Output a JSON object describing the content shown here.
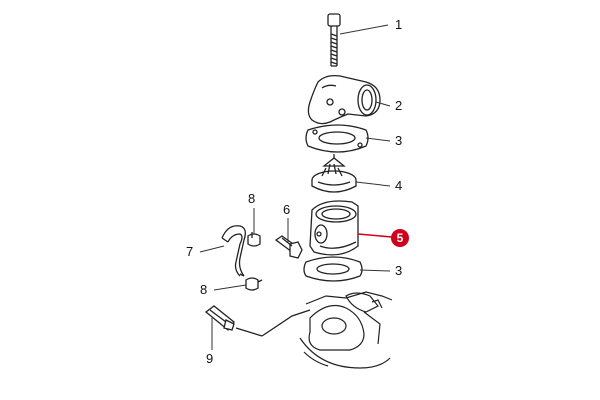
{
  "diagram": {
    "callouts": [
      {
        "id": "c1",
        "label": "1"
      },
      {
        "id": "c2",
        "label": "2"
      },
      {
        "id": "c3a",
        "label": "3"
      },
      {
        "id": "c4",
        "label": "4"
      },
      {
        "id": "c5",
        "label": "5",
        "highlight": true
      },
      {
        "id": "c3b",
        "label": "3"
      },
      {
        "id": "c6",
        "label": "6"
      },
      {
        "id": "c7",
        "label": "7"
      },
      {
        "id": "c8a",
        "label": "8"
      },
      {
        "id": "c8b",
        "label": "8"
      },
      {
        "id": "c9",
        "label": "9"
      }
    ],
    "colors": {
      "line": "#222222",
      "highlight": "#d0021b",
      "background": "#ffffff"
    }
  }
}
